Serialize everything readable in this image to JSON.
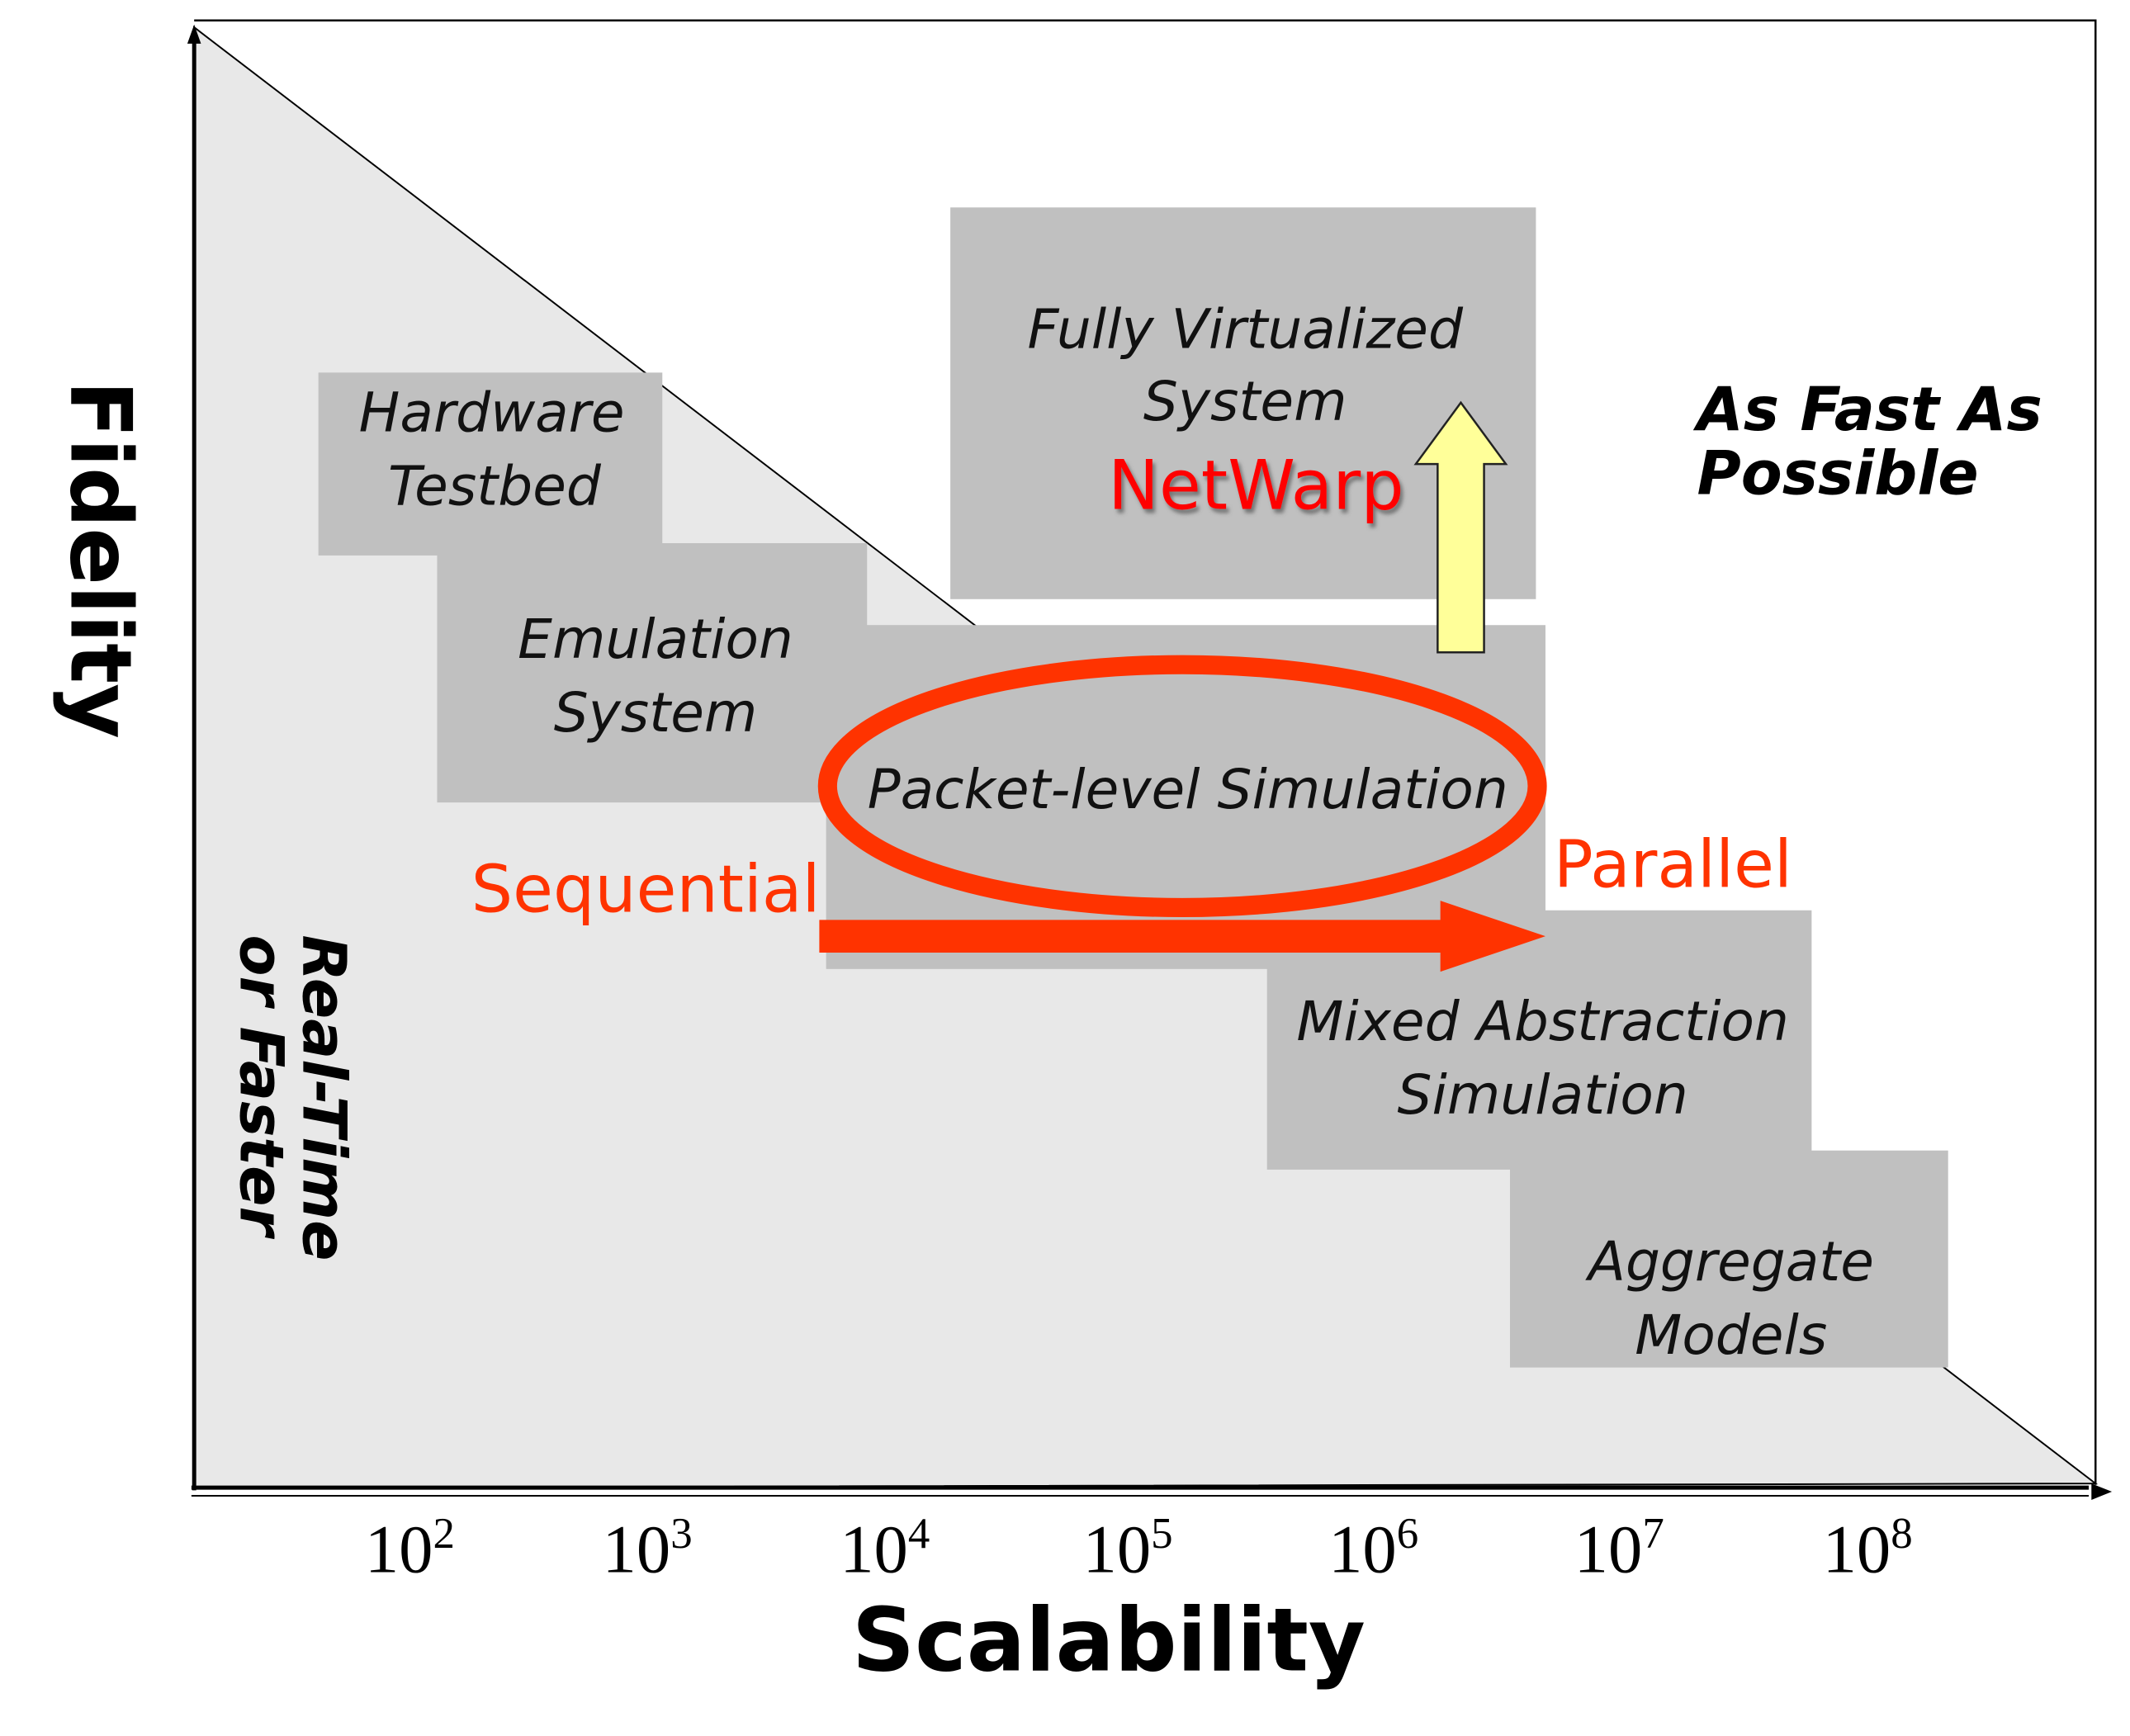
{
  "axes": {
    "y_label": "Fidelity",
    "x_label": "Scalability",
    "x_ticks": [
      {
        "base": "10",
        "exp": "2"
      },
      {
        "base": "10",
        "exp": "3"
      },
      {
        "base": "10",
        "exp": "4"
      },
      {
        "base": "10",
        "exp": "5"
      },
      {
        "base": "10",
        "exp": "6"
      },
      {
        "base": "10",
        "exp": "7"
      },
      {
        "base": "10",
        "exp": "8"
      }
    ]
  },
  "regions": {
    "lower": [
      "Real-Time",
      "or Faster"
    ],
    "upper": [
      "As Fast As",
      "Possible"
    ]
  },
  "boxes": {
    "hardware": [
      "Hardware",
      "Testbed"
    ],
    "emulation": [
      "Emulation",
      "System"
    ],
    "packet": "Packet-level Simulation",
    "virtualized": [
      "Fully Virtualized",
      "System"
    ],
    "mixed": [
      "Mixed Abstraction",
      "Simulation"
    ],
    "aggregate": [
      "Aggregate",
      "Models"
    ]
  },
  "highlight": {
    "netwarp": "NetWarp",
    "sequential": "Sequential",
    "parallel": "Parallel"
  },
  "colors": {
    "accent": "#ff3300",
    "box": "#c0c0c0",
    "triangle": "#e8e8e8",
    "up_arrow": "#ffff99"
  }
}
